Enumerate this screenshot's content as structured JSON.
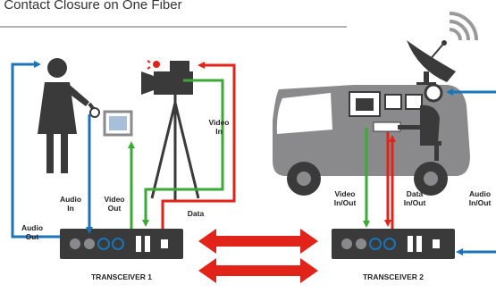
{
  "title": ": Contact Closure on One Fiber",
  "labels": {
    "audio_in": "Audio\nIn",
    "audio_out": "Audio\nOut",
    "video_out": "Video\nOut",
    "video_in": "Video\nIn",
    "data": "Data",
    "video_in_out": "Video\nIn/Out",
    "data_in_out": "Data\nIn/Out",
    "audio_in_out": "Audio\nIn/Out"
  },
  "devices": {
    "transceiver_1": "TRANSCEIVER 1",
    "transceiver_2": "TRANSCEIVER 2"
  },
  "colors": {
    "audio": "#1b73b8",
    "video": "#3aaa35",
    "data": "#e2231a",
    "dark": "#3a3a3a",
    "van": "#8a8a8c"
  },
  "icons": [
    "person-with-microphone-icon",
    "video-camera-icon",
    "tripod-icon",
    "broadcast-van-icon",
    "satellite-dish-icon",
    "wireless-signal-icon",
    "transceiver-icon"
  ]
}
